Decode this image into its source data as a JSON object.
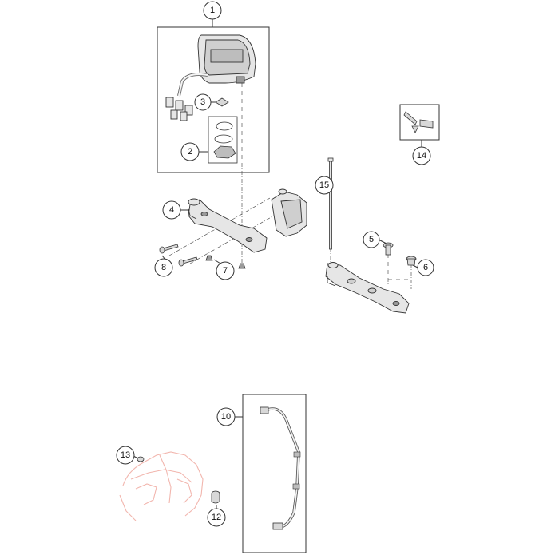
{
  "callouts": [
    {
      "id": "1",
      "label": "1"
    },
    {
      "id": "2",
      "label": "2"
    },
    {
      "id": "3",
      "label": "3"
    },
    {
      "id": "4",
      "label": "4"
    },
    {
      "id": "5",
      "label": "5"
    },
    {
      "id": "6",
      "label": "6"
    },
    {
      "id": "7",
      "label": "7"
    },
    {
      "id": "8",
      "label": "8"
    },
    {
      "id": "10",
      "label": "10"
    },
    {
      "id": "12",
      "label": "12"
    },
    {
      "id": "13",
      "label": "13"
    },
    {
      "id": "14",
      "label": "14"
    },
    {
      "id": "15",
      "label": "15"
    }
  ],
  "colors": {
    "line": "#333333",
    "part_fill": "#e6e6e6",
    "part_dark": "#9a9a9a",
    "ghost": "#f2b6ae",
    "background": "#ffffff"
  }
}
